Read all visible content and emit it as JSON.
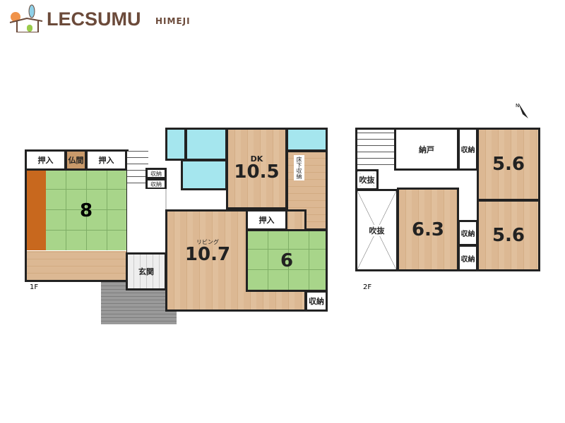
{
  "logo": {
    "brand": "LECSUMU",
    "sub": "HIMEJI"
  },
  "floor1": {
    "label": "1F",
    "rooms": {
      "oshiire_left": "押入",
      "butsuma": "仏間",
      "oshiire_right": "押入",
      "washitsu8": "8",
      "storage_a": "収納",
      "storage_b": "収納",
      "dk_label": "DK",
      "dk_size": "10.5",
      "underfloor": "床下収納",
      "living_label": "リビング",
      "living_size": "10.7",
      "oshiire_mid": "押入",
      "washitsu6": "6",
      "storage_c": "収納",
      "entrance": "玄関"
    }
  },
  "floor2": {
    "label": "2F",
    "rooms": {
      "fukinuke_small": "吹抜",
      "fukinuke_large": "吹抜",
      "nando": "納戸",
      "storage_top": "収納",
      "room_top_right": "5.6",
      "room_center": "6.3",
      "storage_mid": "収納",
      "storage_low": "収納",
      "room_bottom_right": "5.6"
    }
  },
  "compass": {
    "north": "N"
  },
  "colors": {
    "wood": "#dcb893",
    "tatami": "#a8d58a",
    "water": "#a5e6ee",
    "brand": "#6b4a3a"
  }
}
